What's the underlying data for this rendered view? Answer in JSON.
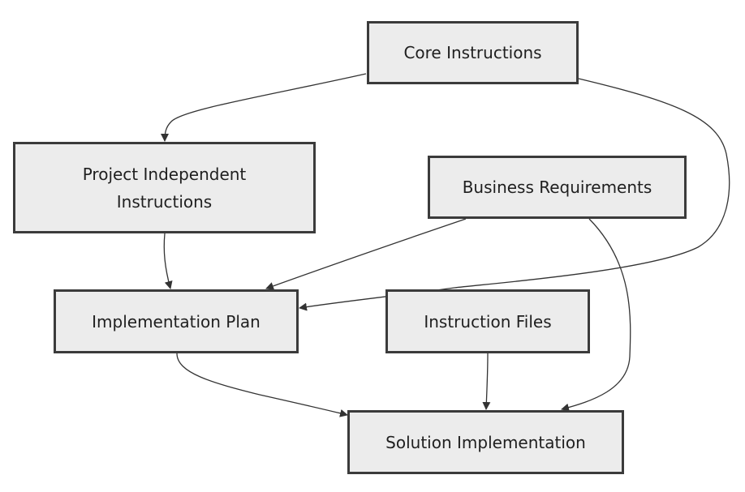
{
  "nodes": {
    "core": "Core Instructions",
    "project_line1": "Project Independent",
    "project_line2": "Instructions",
    "business": "Business Requirements",
    "impl": "Implementation Plan",
    "files": "Instruction Files",
    "solution": "Solution Implementation"
  },
  "edges": [
    {
      "from": "Core Instructions",
      "to": "Project Independent Instructions"
    },
    {
      "from": "Core Instructions",
      "to": "Implementation Plan"
    },
    {
      "from": "Project Independent Instructions",
      "to": "Implementation Plan"
    },
    {
      "from": "Business Requirements",
      "to": "Implementation Plan"
    },
    {
      "from": "Business Requirements",
      "to": "Solution Implementation"
    },
    {
      "from": "Implementation Plan",
      "to": "Solution Implementation"
    },
    {
      "from": "Instruction Files",
      "to": "Solution Implementation"
    }
  ],
  "colors": {
    "node_fill": "#ececec",
    "node_border": "#3b3b3b",
    "edge": "#333333",
    "text": "#1f1f1f"
  }
}
